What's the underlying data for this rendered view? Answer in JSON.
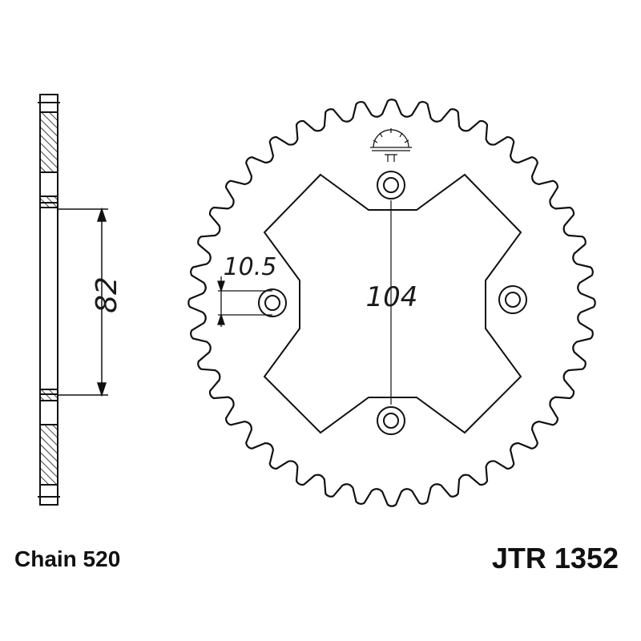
{
  "drawing": {
    "dimension_bolt_hole": "10.5",
    "dimension_pcd": "104",
    "dimension_center_bore": "82",
    "teeth": 40,
    "bolt_holes": 4
  },
  "captions": {
    "chain": "Chain 520",
    "part_number": "JTR 1352"
  },
  "colors": {
    "line": "#111111",
    "background": "#ffffff"
  },
  "icons": {
    "logo": "sun-logo-icon"
  }
}
